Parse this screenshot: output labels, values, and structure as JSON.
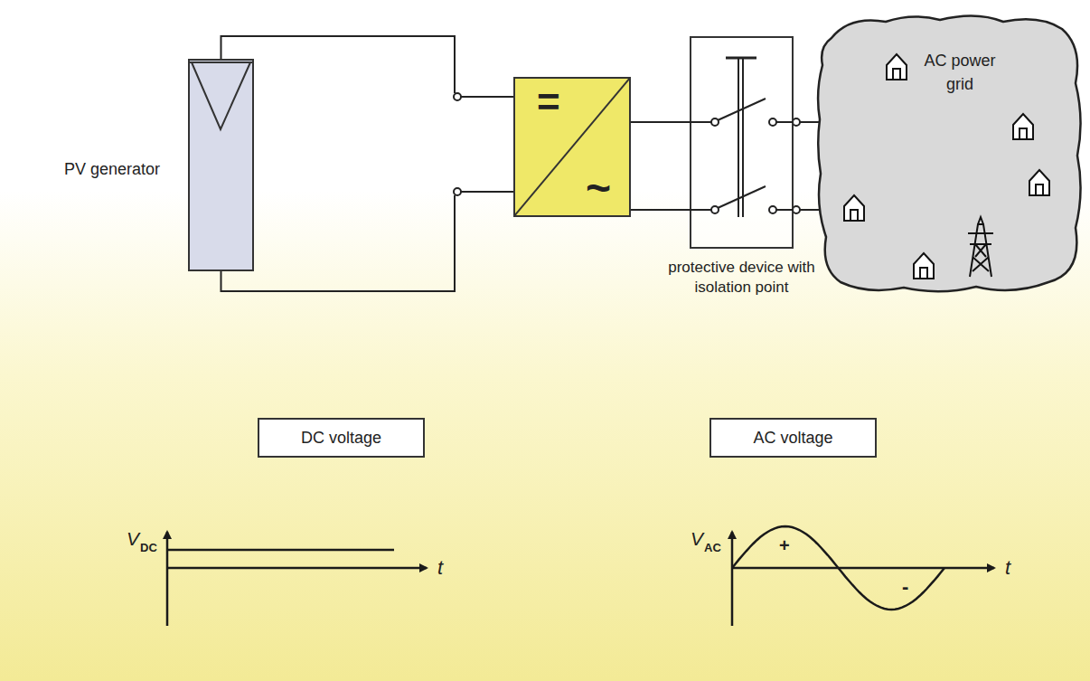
{
  "diagram": {
    "nodes": [
      {
        "text": [
          "PV generator"
        ]
      },
      {
        "text": [
          "=",
          "~"
        ]
      },
      {
        "text": [
          "protective device with isolation point"
        ]
      },
      {
        "text": [
          "AC power grid"
        ]
      },
      {
        "text": [
          "DC voltage"
        ]
      },
      {
        "text": [
          "AC voltage"
        ]
      }
    ],
    "edges": [
      {
        "from": 0,
        "to": 1,
        "arrow": "none"
      },
      {
        "from": 1,
        "to": 2,
        "arrow": "none"
      },
      {
        "from": 2,
        "to": 3,
        "arrow": "none"
      }
    ],
    "labels": [
      "V",
      "DC",
      "t",
      "V",
      "AC",
      "t",
      "+",
      "-"
    ]
  }
}
